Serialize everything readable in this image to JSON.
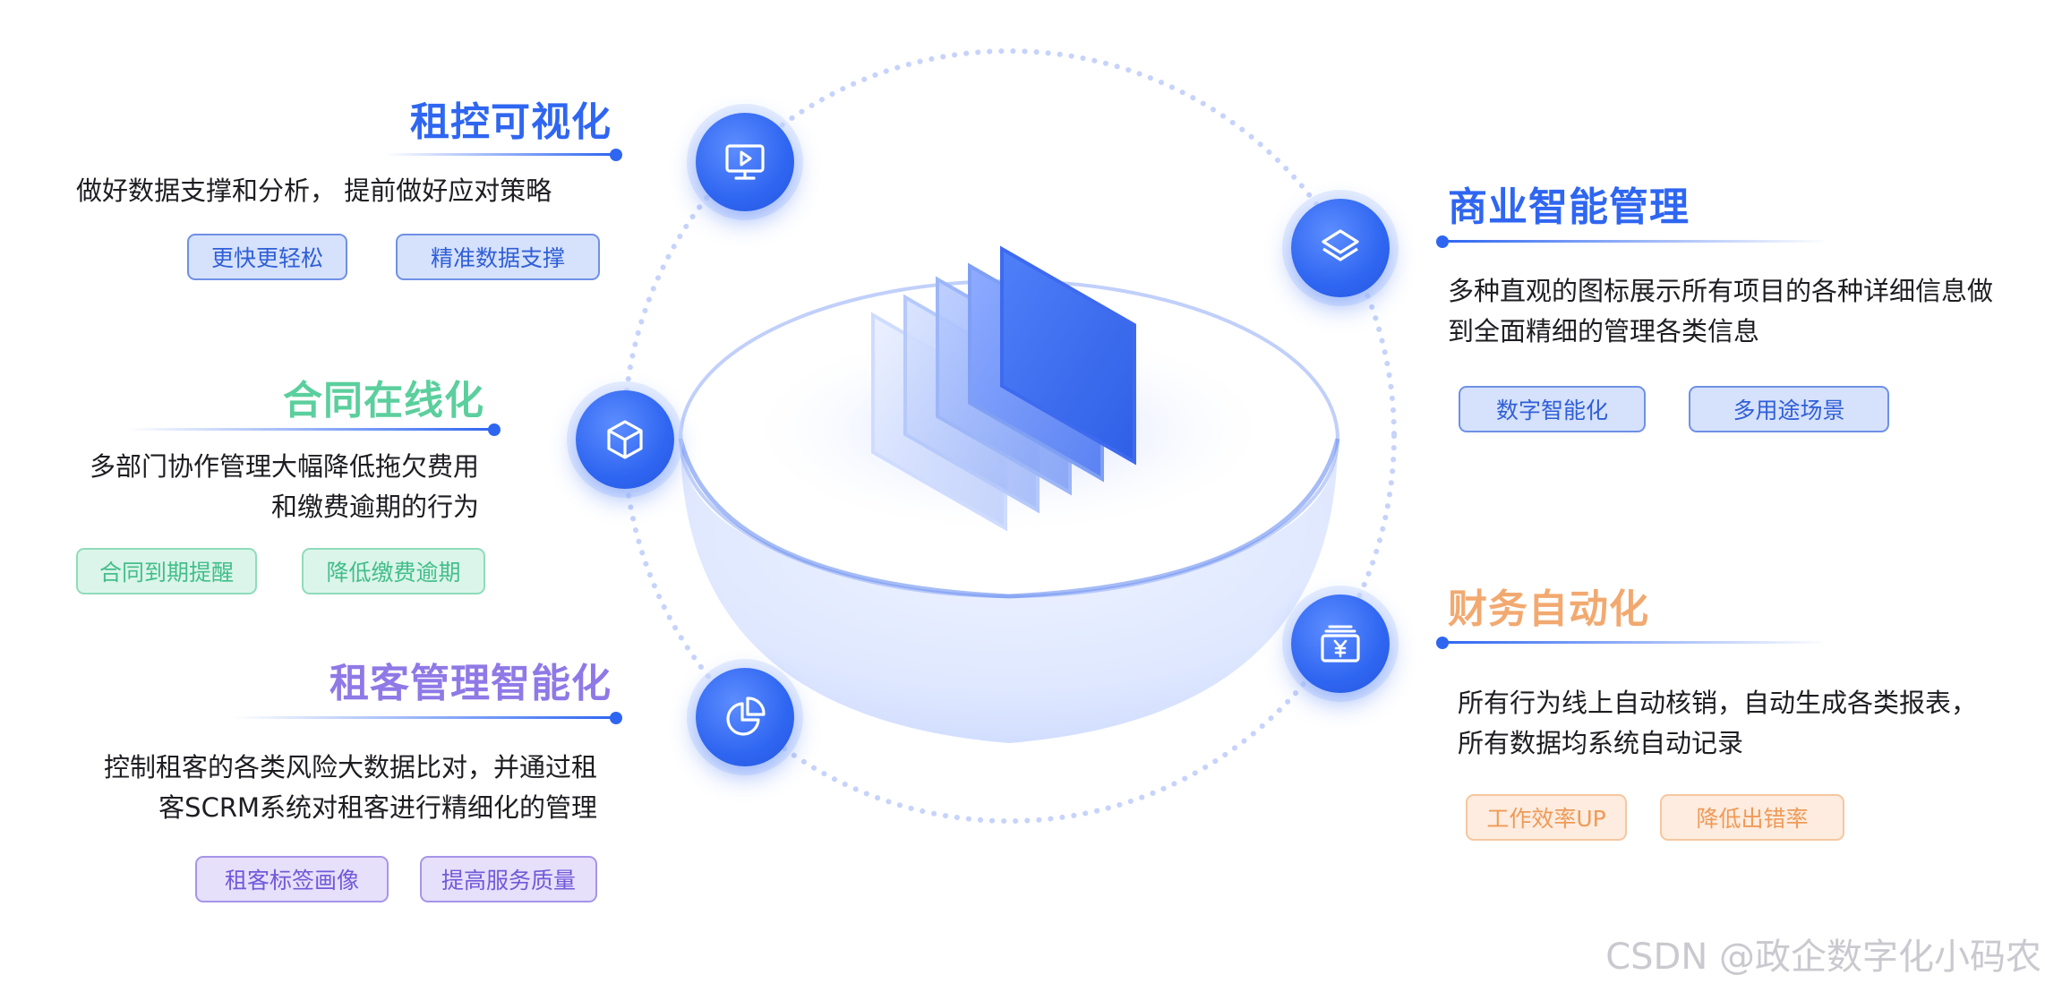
{
  "sections": {
    "visual": {
      "title": "租控可视化",
      "desc_lines": [
        "做好数据支撑和分析，  提前做好应对策略"
      ],
      "tags": [
        "更快更轻松",
        "精准数据支撑"
      ]
    },
    "contract": {
      "title": "合同在线化",
      "desc_lines": [
        "多部门协作管理大幅降低拖欠费用",
        "和缴费逾期的行为"
      ],
      "tags": [
        "合同到期提醒",
        "降低缴费逾期"
      ]
    },
    "tenant": {
      "title": "租客管理智能化",
      "desc_lines": [
        "控制租客的各类风险大数据比对，并通过租",
        "客SCRM系统对租客进行精细化的管理"
      ],
      "tags": [
        "租客标签画像",
        "提高服务质量"
      ]
    },
    "bi": {
      "title": "商业智能管理",
      "desc_lines": [
        "多种直观的图标展示所有项目的各种详细信息做",
        "到全面精细的管理各类信息"
      ],
      "tags": [
        "数字智能化",
        "多用途场景"
      ]
    },
    "finance": {
      "title": "财务自动化",
      "desc_lines": [
        "所有行为线上自动核销，自动生成各类报表，",
        "所有数据均系统自动记录"
      ],
      "tags": [
        "工作效率UP",
        "降低出错率"
      ]
    }
  },
  "colors": {
    "blue": "#2f66f1",
    "green": "#5bcf9d",
    "purple": "#8f79e6",
    "orange": "#f2a970"
  },
  "icons": {
    "visual": "monitor-play-icon",
    "contract": "cube-icon",
    "tenant": "pie-chart-icon",
    "bi": "layers-icon",
    "finance": "yen-wallet-icon"
  },
  "watermark": "CSDN @政企数字化小码农"
}
